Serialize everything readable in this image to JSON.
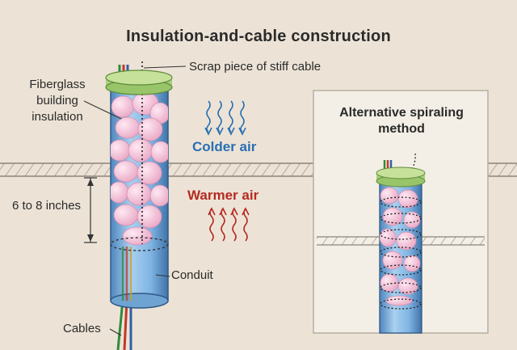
{
  "title": "Insulation-and-cable construction",
  "labels": {
    "fiberglass": "Fiberglass building insulation",
    "scrap": "Scrap piece of stiff cable",
    "inches": "6 to 8 inches",
    "conduit": "Conduit",
    "cables": "Cables",
    "colder_air": "Colder air",
    "warmer_air": "Warmer air"
  },
  "inset": {
    "title": "Alternative spiraling method"
  },
  "colors": {
    "background": "#ece3d6",
    "conduit": "#7fb4e3",
    "cap": "#b8d98a",
    "insulation": "#f3c9dd",
    "colder": "#2a6fb3",
    "warmer": "#b52a22",
    "panel": "#f4efe6"
  },
  "icons": {
    "cold_arrows": "wavy-arrow-down-icon",
    "warm_arrows": "wavy-arrow-up-icon"
  }
}
